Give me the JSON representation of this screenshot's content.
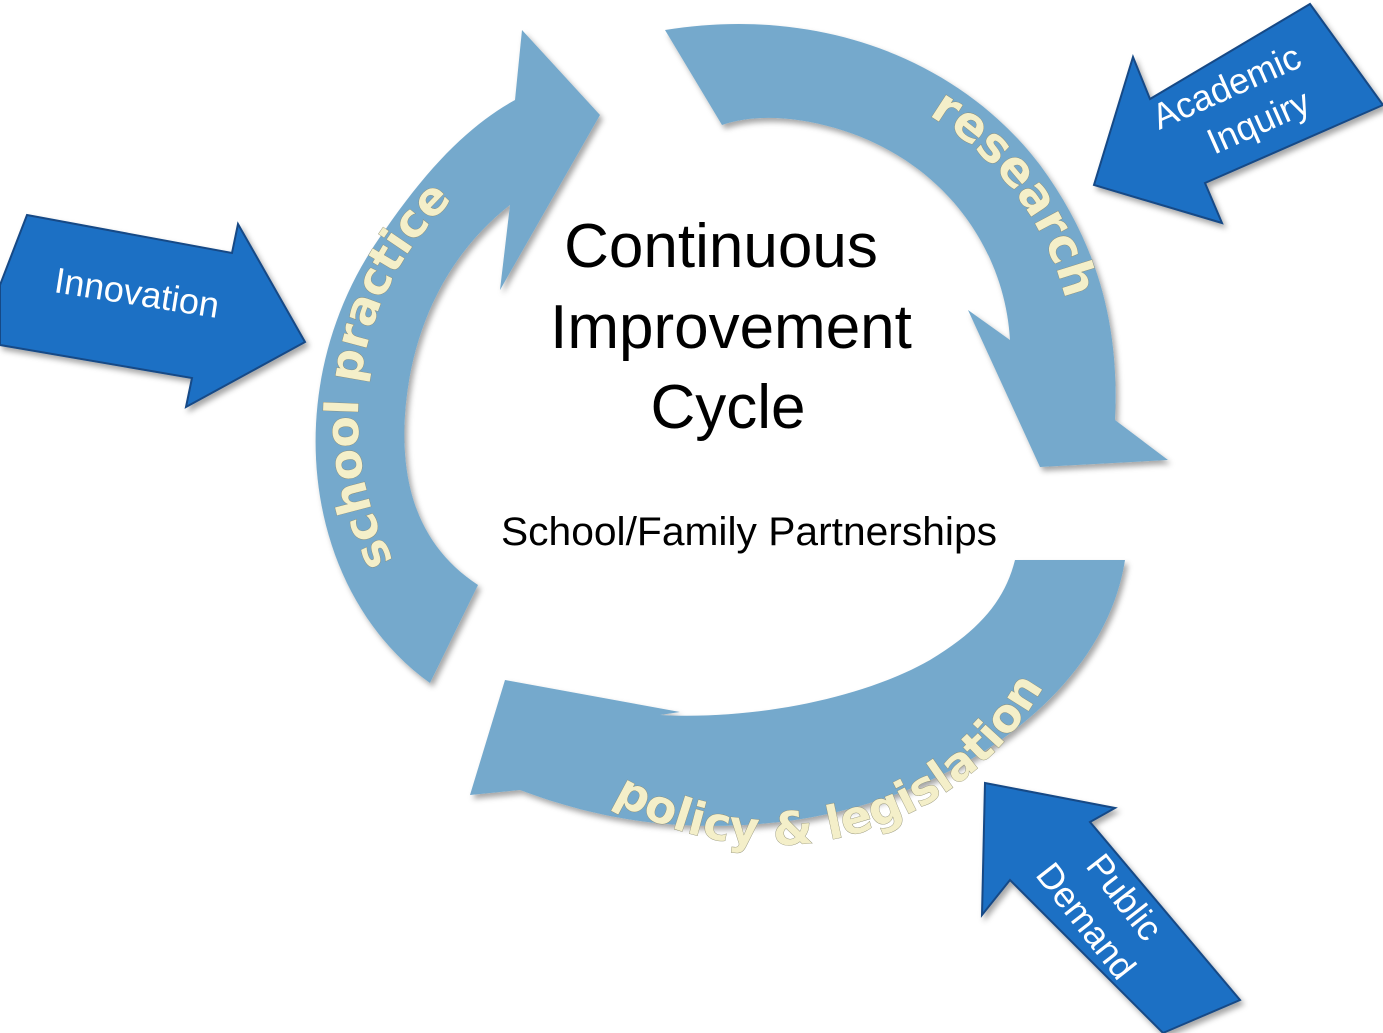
{
  "diagram": {
    "title_lines": [
      "Continuous",
      "Improvement",
      "Cycle"
    ],
    "subtitle": "School/Family Partnerships",
    "cycle_labels": {
      "left": "school practice",
      "right": "research",
      "bottom": "policy & legislation"
    },
    "inputs": {
      "innovation": "Innovation",
      "academic_inquiry": [
        "Academic",
        "Inquiry"
      ],
      "public_demand": [
        "Public",
        "Demand"
      ]
    },
    "colors": {
      "cycle_arrow": "#74a9cc",
      "input_arrow": "#1f6fc4",
      "input_arrow_border": "#154a86",
      "cycle_text": "#f4efc9"
    }
  }
}
